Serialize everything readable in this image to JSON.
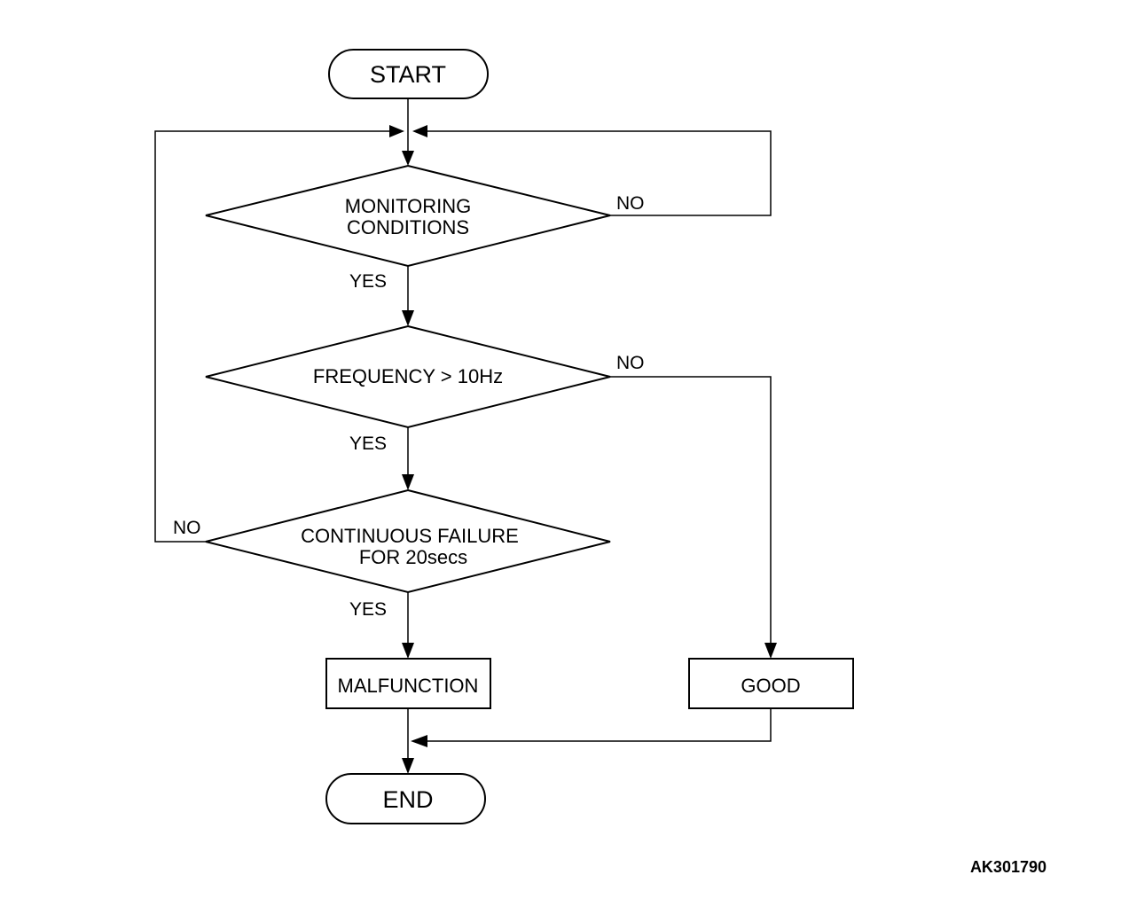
{
  "nodes": {
    "start": "START",
    "monitoring": {
      "line1": "MONITORING",
      "line2": "CONDITIONS"
    },
    "frequency": "FREQUENCY > 10Hz",
    "continuous": {
      "line1": "CONTINUOUS FAILURE",
      "line2": "FOR 20secs"
    },
    "malfunction": "MALFUNCTION",
    "good": "GOOD",
    "end": "END"
  },
  "edge_labels": {
    "monitoring_no": "NO",
    "monitoring_yes": "YES",
    "frequency_no": "NO",
    "frequency_yes": "YES",
    "continuous_no": "NO",
    "continuous_yes": "YES"
  },
  "figure_code": "AK301790"
}
